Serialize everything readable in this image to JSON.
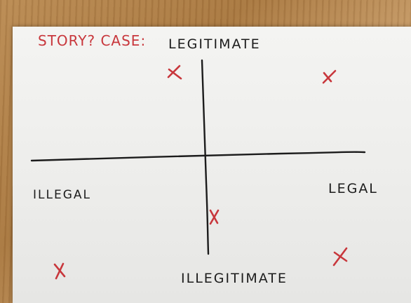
{
  "title": "STORY? CASE:",
  "axes": {
    "top": "LEGITIMATE",
    "bottom": "ILLEGITIMATE",
    "left": "ILLEGAL",
    "right": "LEGAL"
  },
  "marks": [
    {
      "symbol": "X",
      "quadrant": "legitimate-illegal"
    },
    {
      "symbol": "X",
      "quadrant": "legitimate-legal"
    },
    {
      "symbol": "X",
      "quadrant": "illegitimate-center"
    },
    {
      "symbol": "X",
      "quadrant": "illegitimate-illegal"
    },
    {
      "symbol": "X",
      "quadrant": "illegitimate-legal"
    }
  ],
  "colors": {
    "ink_black": "#1c1c1c",
    "ink_red": "#c8373c",
    "paper": "#f0f0ee",
    "wood": "#b08045"
  }
}
